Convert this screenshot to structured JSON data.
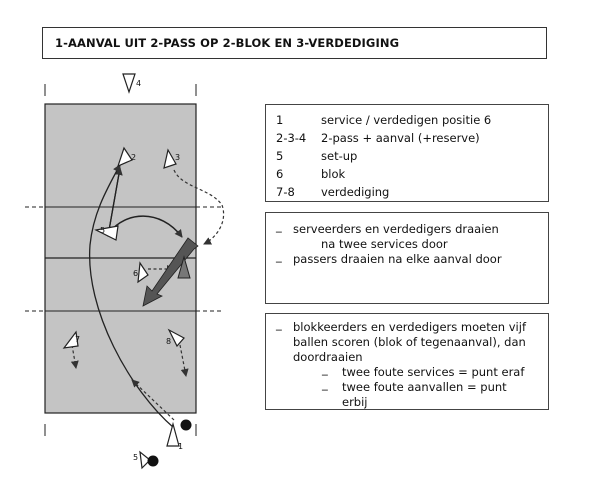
{
  "title": "1-AANVAL UIT 2-PASS OP 2-BLOK EN 3-VERDEDIGING",
  "colors": {
    "court": "#c4c4c4",
    "line": "#222222",
    "arrow": "#444444",
    "player": "#ffffff",
    "ball": "#111111"
  },
  "players": {
    "p1": "1",
    "p2": "2",
    "p3": "3",
    "p4": "4",
    "p5": "5",
    "p6": "6",
    "p7": "7",
    "p8": "8",
    "p5b": "5"
  },
  "legend": {
    "rows": [
      {
        "num": "1",
        "desc": "service / verdedigen positie 6"
      },
      {
        "num": "2-3-4",
        "desc": "2-pass + aanval (+reserve)"
      },
      {
        "num": "5",
        "desc": "set-up"
      },
      {
        "num": "6",
        "desc": "blok"
      },
      {
        "num": "7-8",
        "desc": "verdediging"
      }
    ]
  },
  "note1": {
    "bullet": "_",
    "line1": "serveerders en verdedigers draaien",
    "line1b": "na twee services door",
    "line2": "passers draaien na elke aanval door"
  },
  "note2": {
    "bullet": "_",
    "line1": "blokkeerders en verdedigers moeten vijf",
    "line2": "ballen scoren (blok of tegenaanval), dan",
    "line3": "doordraaien",
    "sub1": "twee foute services = punt eraf",
    "sub2a": "twee foute aanvallen = punt",
    "sub2b": "erbij"
  }
}
